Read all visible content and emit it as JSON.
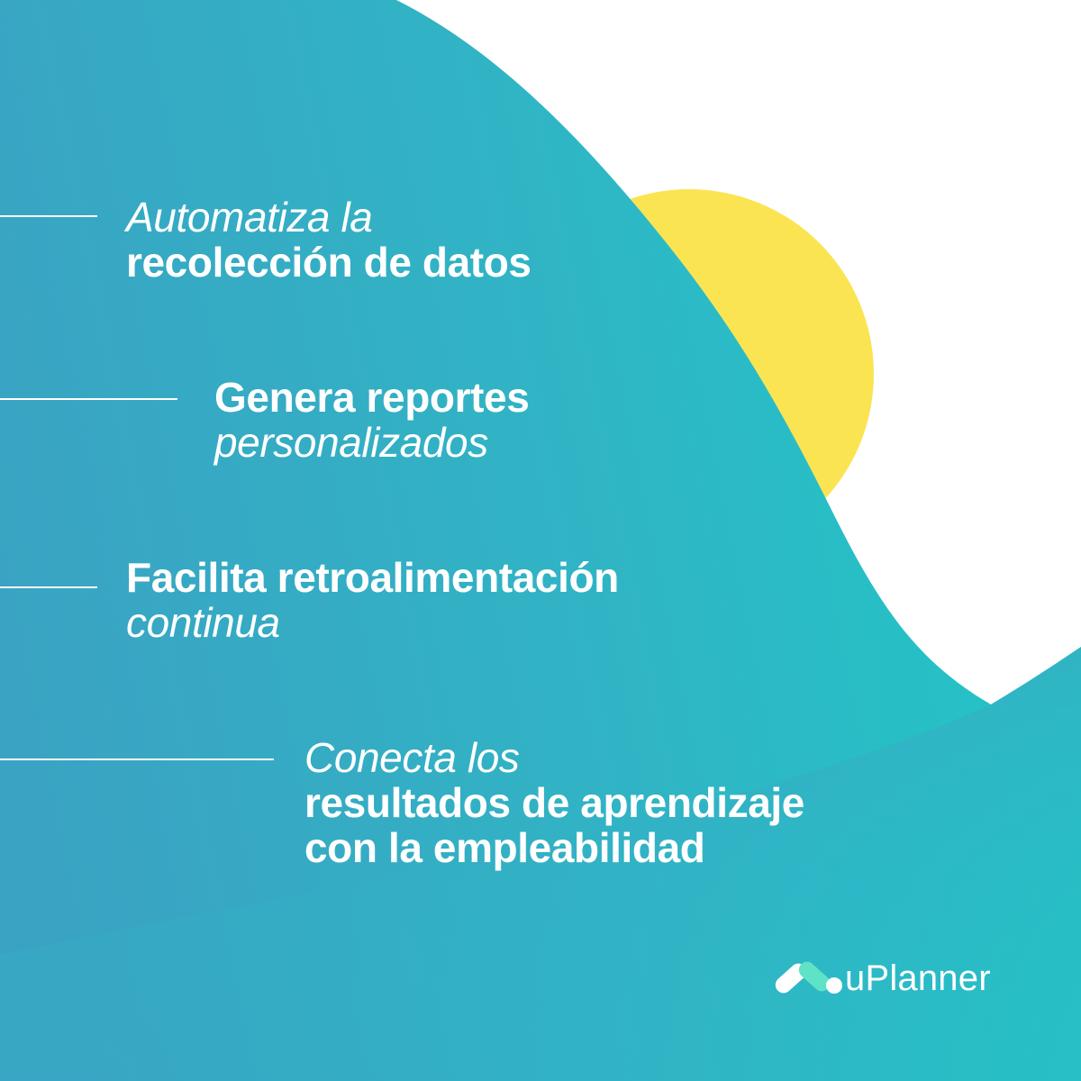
{
  "items": [
    {
      "lines": [
        "Automatiza la",
        "recolección de datos"
      ]
    },
    {
      "lines": [
        "Genera reportes",
        "personalizados"
      ]
    },
    {
      "lines": [
        "Facilita retroalimentación",
        "continua"
      ]
    },
    {
      "lines": [
        "Conecta los",
        "resultados de aprendizaje",
        "con la empleabilidad"
      ]
    }
  ],
  "logo": {
    "text": "uPlanner",
    "icon": "uplanner-logo-icon"
  },
  "colors": {
    "background": "#FFFFFF",
    "sun": "#FBE452",
    "teal_light": "#23C5C7",
    "teal_blue": "#3AA3C3",
    "logo_mint": "#5FE3C6",
    "text": "#FFFFFF"
  }
}
